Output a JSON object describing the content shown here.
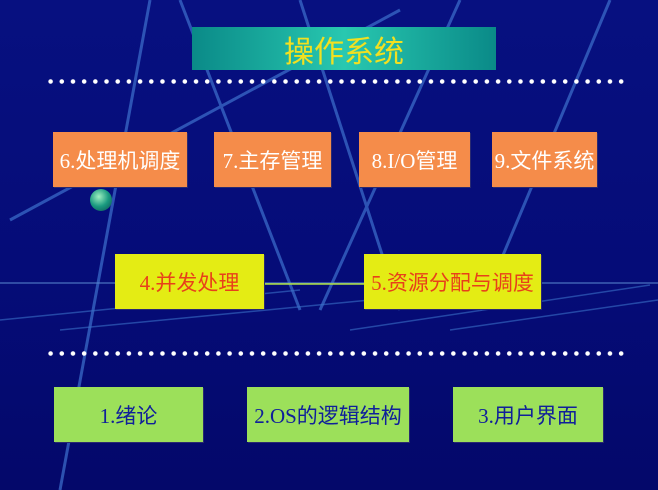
{
  "title": "操作系统",
  "row_top": [
    "6.处理机调度",
    "7.主存管理",
    "8.I/O管理",
    "9.文件系统"
  ],
  "row_middle": [
    "4.并发处理",
    "5.资源分配与调度"
  ],
  "row_bottom": [
    "1.绪论",
    "2.OS的逻辑结构",
    "3.用户界面"
  ],
  "colors": {
    "title_bg": "#17a89c",
    "orange": "#f58c4a",
    "yellow": "#e4ec14",
    "green": "#9ce05a"
  }
}
